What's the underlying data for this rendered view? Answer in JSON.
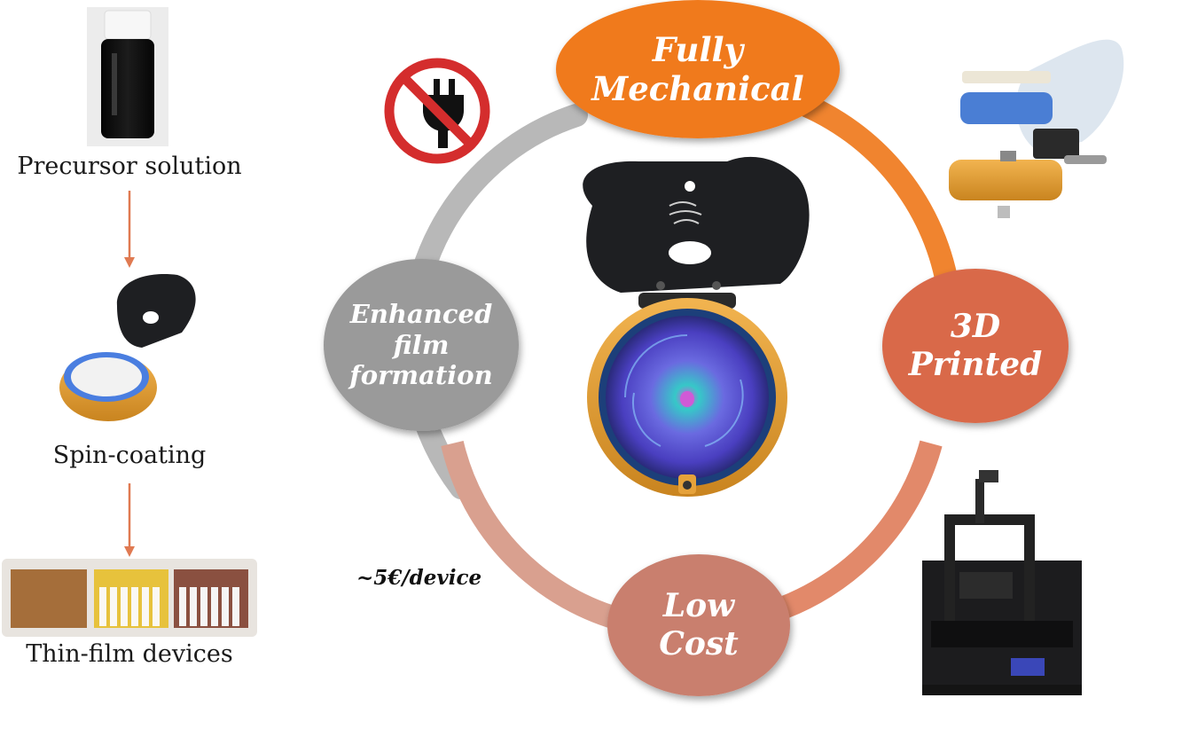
{
  "process_steps": [
    {
      "label": "Precursor solution"
    },
    {
      "label": "Spin-coating"
    },
    {
      "label": "Thin-film devices"
    }
  ],
  "features": {
    "fully_mechanical": {
      "line1": "Fully",
      "line2": "Mechanical",
      "color": "#f07a1e"
    },
    "printed_3d": {
      "line1": "3D",
      "line2": "Printed",
      "color": "#d9694a"
    },
    "low_cost": {
      "line1": "Low",
      "line2": "Cost",
      "color": "#c97f6e"
    },
    "enhanced_film": {
      "line1": "Enhanced",
      "line2": "film",
      "line3": "formation",
      "color": "#9a9a9a"
    }
  },
  "cost_note": "~5€/device",
  "colors": {
    "arrow": "#e07a52",
    "ring_orange": "#f0842f",
    "ring_salmon": "#d9a08f",
    "ring_gray": "#b7b7b7",
    "device_body": "#e6a23a",
    "lid": "#1e1f22",
    "no_power_red": "#d42d2d"
  },
  "icons": [
    "no-power-plug-icon"
  ]
}
